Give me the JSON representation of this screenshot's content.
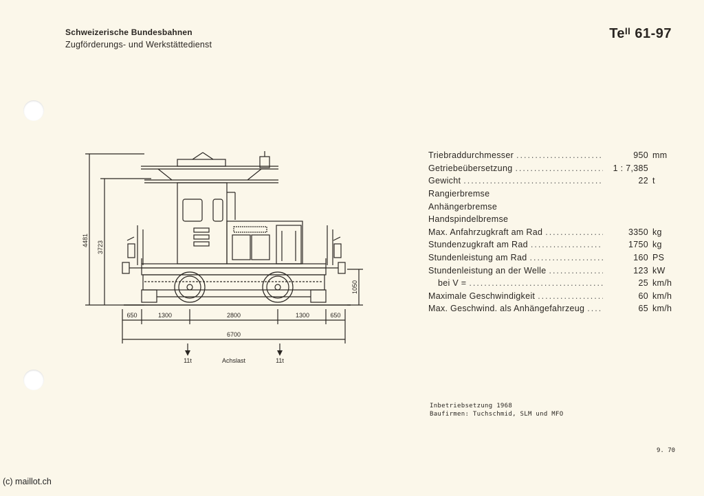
{
  "header": {
    "organization": "Schweizerische Bundesbahnen",
    "department": "Zugförderungs- und Werkstättedienst",
    "type_code": "Teᴵᴵ 61-97"
  },
  "drawing": {
    "height_total": "4481",
    "height_cab": "3723",
    "height_buffer": "1050",
    "dims_bottom": [
      "650",
      "1300",
      "2800",
      "1300",
      "650"
    ],
    "length_total": "6700",
    "axle_load_left": "11t",
    "axle_load_label": "Achslast",
    "axle_load_right": "11t"
  },
  "specs": [
    {
      "label": "Triebraddurchmesser",
      "value": "950",
      "unit": "mm",
      "dots": true
    },
    {
      "label": "Getriebeübersetzung",
      "value": "1 : 7,385",
      "unit": "",
      "dots": true
    },
    {
      "label": "Gewicht",
      "value": "22",
      "unit": "t",
      "dots": true
    },
    {
      "label": "Rangierbremse",
      "value": "",
      "unit": "",
      "dots": false
    },
    {
      "label": "Anhängerbremse",
      "value": "",
      "unit": "",
      "dots": false
    },
    {
      "label": "Handspindelbremse",
      "value": "",
      "unit": "",
      "dots": false
    },
    {
      "label": "Max. Anfahrzugkraft am Rad",
      "value": "3350",
      "unit": "kg",
      "dots": true
    },
    {
      "label": "Stundenzugkraft am Rad",
      "value": "1750",
      "unit": "kg",
      "dots": true
    },
    {
      "label": "Stundenleistung am Rad",
      "value": "160",
      "unit": "PS",
      "dots": true
    },
    {
      "label": "Stundenleistung an der Welle",
      "value": "123",
      "unit": "kW",
      "dots": true
    },
    {
      "label": "bei V =",
      "value": "25",
      "unit": "km/h",
      "dots": true,
      "indent": true
    },
    {
      "label": "Maximale Geschwindigkeit",
      "value": "60",
      "unit": "km/h",
      "dots": true
    },
    {
      "label": "Max. Geschwind. als Anhängefahrzeug",
      "value": "65",
      "unit": "km/h",
      "dots": true
    }
  ],
  "notes": {
    "commissioning": "Inbetriebsetzung 1968",
    "builders": "Baufirmen: Tuchschmid, SLM und MFO"
  },
  "date": "9. 70",
  "copyright": "(c) maillot.ch"
}
